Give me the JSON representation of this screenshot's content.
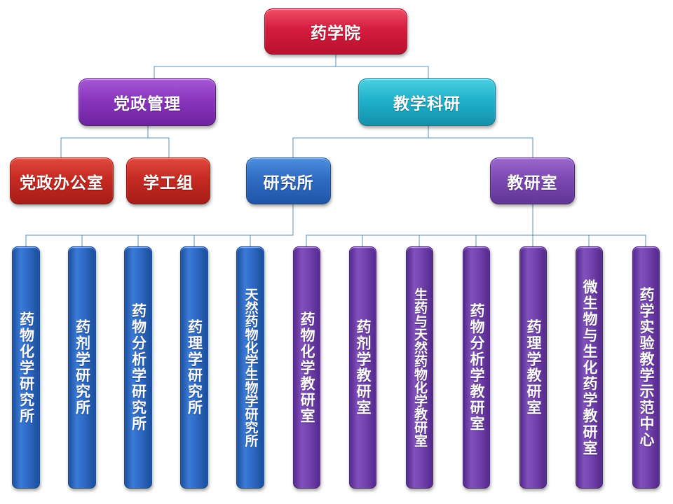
{
  "root": {
    "label": "药学院"
  },
  "admin": {
    "label": "党政管理",
    "children": [
      "党政办公室",
      "学工组"
    ]
  },
  "academic": {
    "label": "教学科研",
    "institutes": {
      "label": "研究所",
      "children": [
        "药物化学研究所",
        "药剂学研究所",
        "药物分析学研究所",
        "药理学研究所",
        "天然药物化学生物学研究所"
      ]
    },
    "departments": {
      "label": "教研室",
      "children": [
        "药物化学教研室",
        "药剂学教研室",
        "生药与天然药物化学教研室",
        "药物分析学教研室",
        "药理学教研室",
        "微生物与生化药学教研室",
        "药学实验教学示范中心"
      ]
    }
  },
  "colors": {
    "root": "#d41c3e",
    "admin": "#8a36bd",
    "academic": "#1fb1cb",
    "admin_children": "#c52a22",
    "institutes": "#2f6cc4",
    "departments": "#7b49b2",
    "connector": "#5b8fb9"
  }
}
